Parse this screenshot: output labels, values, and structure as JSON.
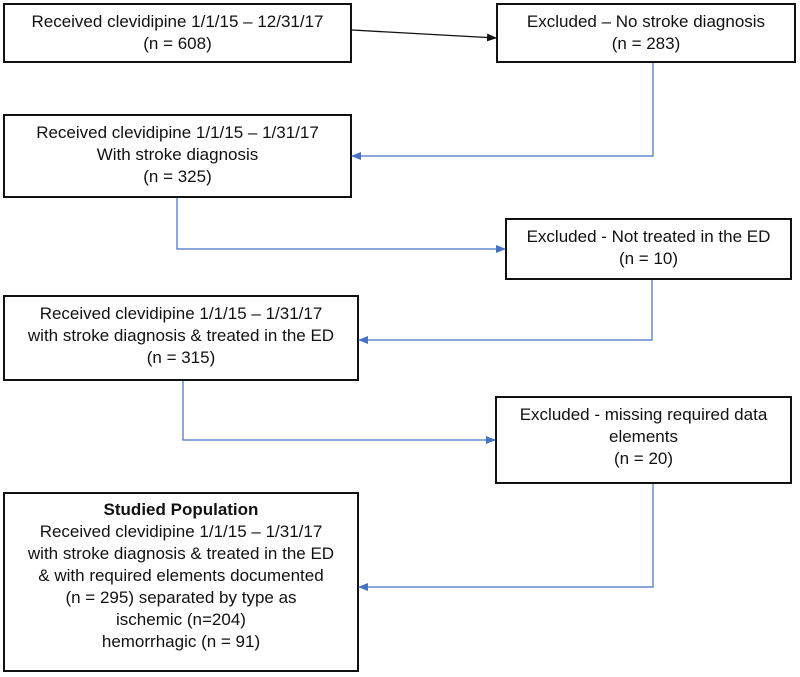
{
  "boxes": {
    "start": {
      "lines": [
        "Received clevidipine 1/1/15 – 12/31/17",
        "(n = 608)"
      ]
    },
    "excluded_no_stroke": {
      "lines": [
        "Excluded – No stroke diagnosis",
        "(n = 283)"
      ]
    },
    "with_stroke": {
      "lines": [
        "Received clevidipine 1/1/15 – 1/31/17",
        "With stroke diagnosis",
        "(n = 325)"
      ]
    },
    "excluded_not_ed": {
      "lines": [
        "Excluded  - Not treated in the ED",
        "(n = 10)"
      ]
    },
    "treated_ed": {
      "lines": [
        "Received clevidipine 1/1/15 – 1/31/17",
        "with stroke diagnosis & treated in the ED",
        "(n = 315)"
      ]
    },
    "excluded_missing": {
      "lines": [
        "Excluded  - missing required data",
        "elements",
        "(n = 20)"
      ]
    },
    "studied": {
      "heading": "Studied Population",
      "lines": [
        "Received clevidipine 1/1/15 – 1/31/17",
        "with stroke diagnosis & treated in the ED",
        "& with required elements documented",
        "(n = 295)  separated by type as",
        "ischemic (n=204)",
        "hemorrhagic (n = 91)"
      ]
    }
  },
  "colors": {
    "box_border": "#111111",
    "arrow_black": "#111111",
    "arrow_blue": "#4472c4"
  }
}
